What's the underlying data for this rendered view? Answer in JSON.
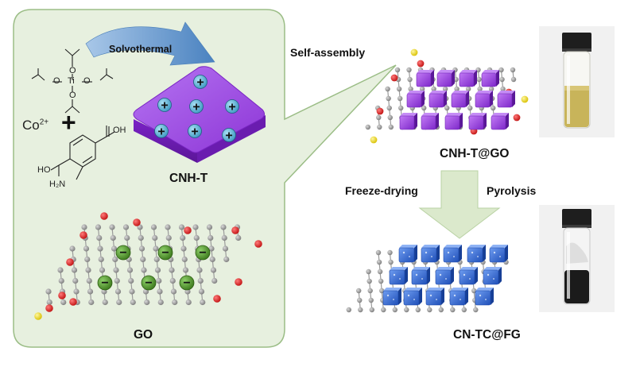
{
  "labels": {
    "solvothermal": "Solvothermal",
    "self_assembly": "Self-assembly",
    "freeze_drying": "Freeze-drying",
    "pyrolysis": "Pyrolysis",
    "cnh_t": "CNH-T",
    "go": "GO",
    "cnh_t_go": "CNH-T@GO",
    "cn_tc_fg": "CN-TC@FG"
  },
  "reagents": {
    "cobalt": "Co",
    "cobalt_charge": "2+",
    "plus": "+",
    "titanium": "Ti",
    "oxygen": "O",
    "hydroxyl_left": "HO",
    "hydroxyl_right": "OH",
    "amine": "H₂N"
  },
  "charges": {
    "positive": "+",
    "negative": "−"
  },
  "colors": {
    "panel_fill": "#e7f0df",
    "panel_stroke": "#9bbd86",
    "arrow_blue": "#5d8fc5",
    "arrow_green": "#d8e8c8",
    "cube_purple": "#9b3fe0",
    "cube_blue": "#2f66d8",
    "green_sphere": "#4f8f2a",
    "carbon_gray": "#8a8a8a",
    "oxygen_red": "#e02020",
    "hydrogen_yellow": "#f0e020"
  },
  "icons": {
    "vial_yellow": "vial-with-yellow-suspension-icon",
    "vial_black": "vial-with-black-powder-icon"
  }
}
